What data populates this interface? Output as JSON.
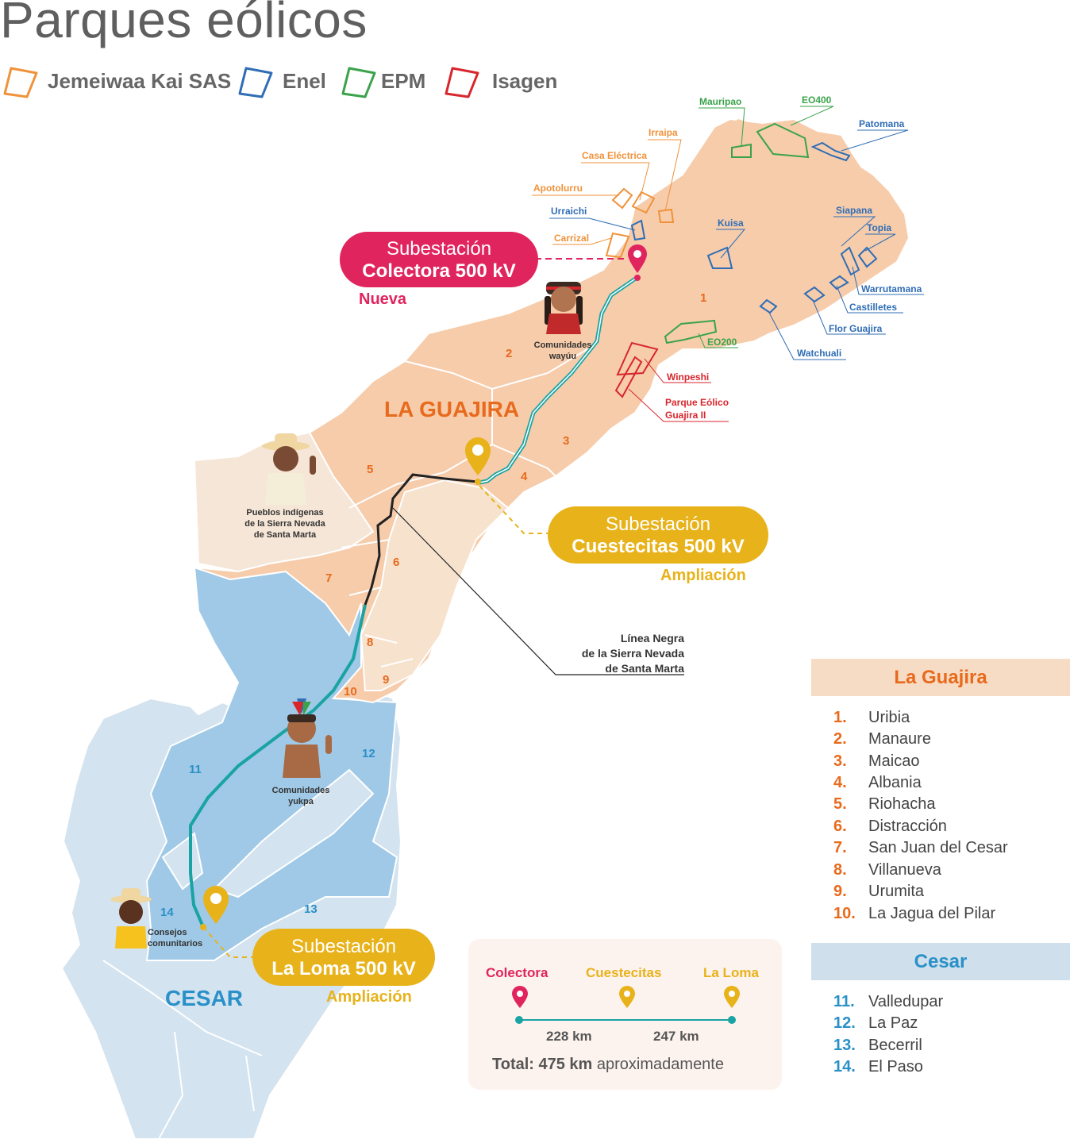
{
  "title": "Parques eólicos",
  "colors": {
    "jemeiwaa": "#f0923a",
    "enel": "#2f6db5",
    "epm": "#3aa34a",
    "isagen": "#d8262d",
    "colectora": "#e0245e",
    "cuestecitas": "#e8b21a",
    "guajira_text": "#e86a1c",
    "cesar_text": "#2a90c8",
    "teal_line": "#1aa3a3"
  },
  "legend": [
    {
      "label": "Jemeiwaa Kai SAS",
      "color": "#f0923a"
    },
    {
      "label": "Enel",
      "color": "#2f6db5"
    },
    {
      "label": "EPM",
      "color": "#3aa34a"
    },
    {
      "label": "Isagen",
      "color": "#d8262d"
    }
  ],
  "parks": {
    "mauripao": "Mauripao",
    "eo400": "EO400",
    "patomana": "Patomana",
    "irraipa": "Irraipa",
    "casa_electrica": "Casa Eléctrica",
    "apotolurru": "Apotolurru",
    "urraichi": "Urraichi",
    "carrizal": "Carrizal",
    "kuisa": "Kuisa",
    "siapana": "Siapana",
    "topia": "Topia",
    "warrutamana": "Warrutamana",
    "castilletes": "Castilletes",
    "flor_guajira": "Flor Guajira",
    "watchuali": "Watchuali",
    "eo200": "EO200",
    "winpeshi": "Winpeshi",
    "guajira_ii_l1": "Parque Eólico",
    "guajira_ii_l2": "Guajira II"
  },
  "substations": {
    "colectora": {
      "line1": "Subestación",
      "line2": "Colectora 500 kV",
      "tag": "Nueva"
    },
    "cuestecitas": {
      "line1": "Subestación",
      "line2": "Cuestecitas 500 kV",
      "tag": "Ampliación"
    },
    "laloma": {
      "line1": "Subestación",
      "line2": "La Loma 500 kV",
      "tag": "Ampliación"
    }
  },
  "regions": {
    "guajira": "LA GUAJIRA",
    "cesar": "CESAR"
  },
  "municipality_numbers": [
    "1",
    "2",
    "3",
    "4",
    "5",
    "6",
    "7",
    "8",
    "9",
    "10",
    "11",
    "12",
    "13",
    "14"
  ],
  "communities": {
    "wayuu_l1": "Comunidades",
    "wayuu_l2": "wayúu",
    "sierra_l1": "Pueblos indígenas",
    "sierra_l2": "de la Sierra Nevada",
    "sierra_l3": "de Santa Marta",
    "yukpa_l1": "Comunidades",
    "yukpa_l2": "yukpa",
    "consejos_l1": "Consejos",
    "consejos_l2": "comunitarios"
  },
  "linea_negra": {
    "l1": "Línea Negra",
    "l2": "de la Sierra Nevada",
    "l3": "de Santa Marta"
  },
  "panel_guajira": {
    "title": "La Guajira",
    "items": [
      {
        "num": "1.",
        "name": "Uribia"
      },
      {
        "num": "2.",
        "name": "Manaure"
      },
      {
        "num": "3.",
        "name": "Maicao"
      },
      {
        "num": "4.",
        "name": "Albania"
      },
      {
        "num": "5.",
        "name": "Riohacha"
      },
      {
        "num": "6.",
        "name": "Distracción"
      },
      {
        "num": "7.",
        "name": "San Juan del Cesar"
      },
      {
        "num": "8.",
        "name": "Villanueva"
      },
      {
        "num": "9.",
        "name": "Urumita"
      },
      {
        "num": "10.",
        "name": "La Jagua del Pilar"
      }
    ]
  },
  "panel_cesar": {
    "title": "Cesar",
    "items": [
      {
        "num": "11.",
        "name": "Valledupar"
      },
      {
        "num": "12.",
        "name": "La Paz"
      },
      {
        "num": "13.",
        "name": "Becerril"
      },
      {
        "num": "14.",
        "name": "El Paso"
      }
    ]
  },
  "distance": {
    "stops": [
      "Colectora",
      "Cuestecitas",
      "La Loma"
    ],
    "segments": [
      "228 km",
      "247 km"
    ],
    "total_bold": "Total: 475 km",
    "total_rest": " aproximadamente"
  }
}
